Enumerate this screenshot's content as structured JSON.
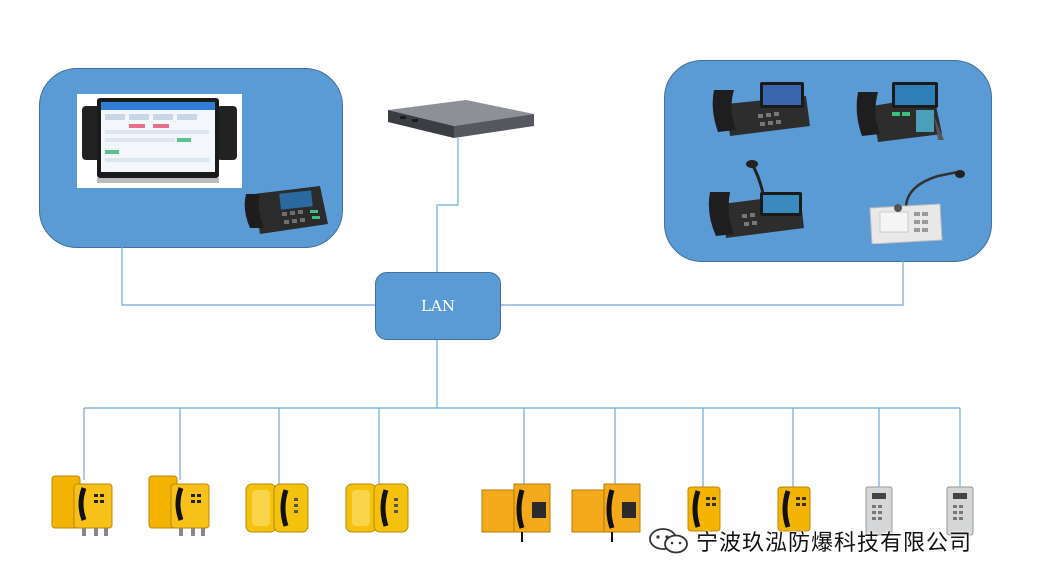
{
  "diagram": {
    "hub_label": "LAN",
    "watermark_text": "宁波玖泓防爆科技有限公司",
    "groups": {
      "left_panel": [
        "touchscreen-console",
        "ip-desk-phone"
      ],
      "center": [
        "rack-server"
      ],
      "right_panel": [
        "ip-video-phone",
        "ip-video-phone",
        "ip-video-phone-with-gooseneck-mic",
        "paging-microphone-console"
      ],
      "bottom_endpoints": [
        "explosion-proof-phone",
        "explosion-proof-phone",
        "weatherproof-phone",
        "weatherproof-phone",
        "industrial-phone",
        "industrial-phone",
        "compact-industrial-phone",
        "compact-industrial-phone",
        "intercom-panel",
        "intercom-panel"
      ]
    }
  },
  "colors": {
    "panel_fill": "#5b9bd5",
    "panel_border": "#41719c",
    "connector": "#6fa8dc",
    "device_yellow": "#f4b400"
  }
}
